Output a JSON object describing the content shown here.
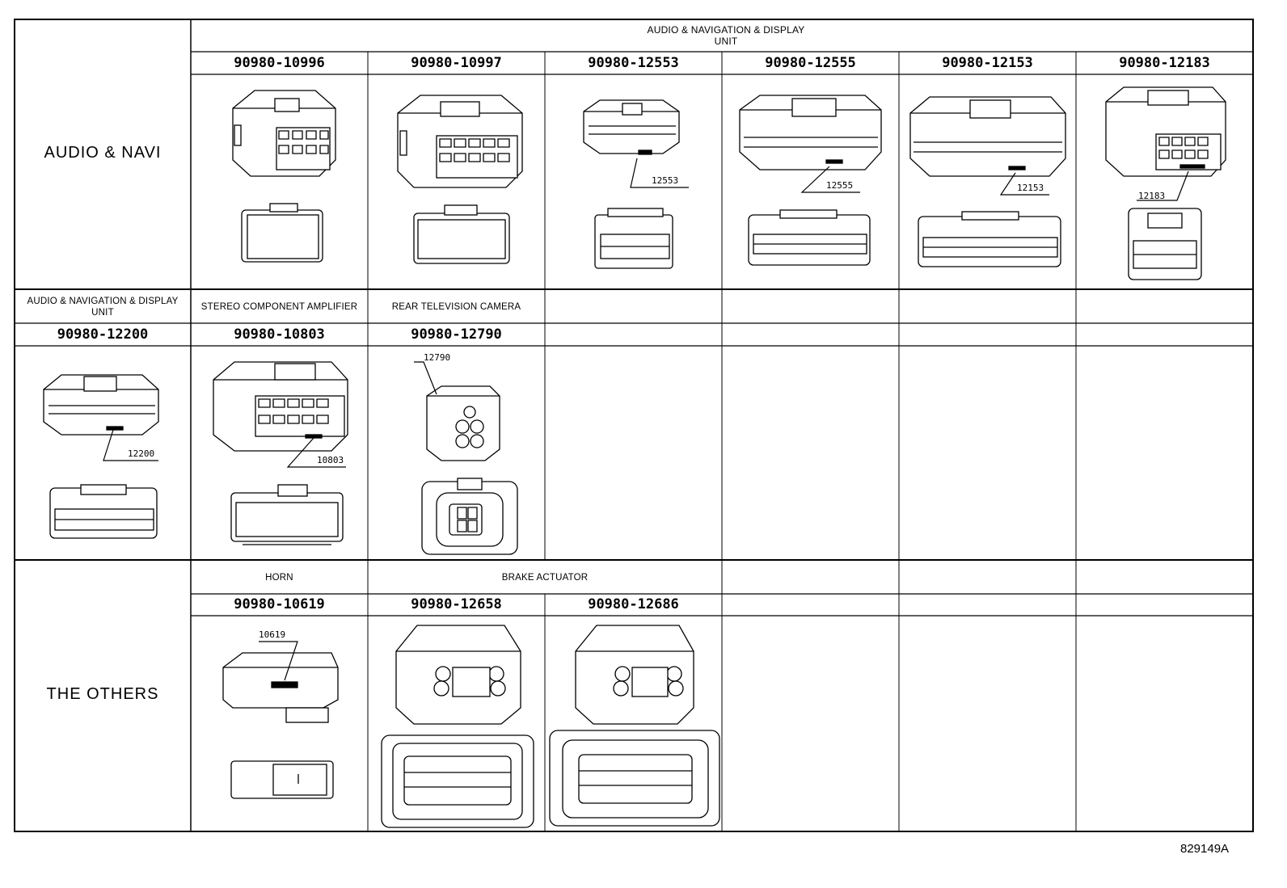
{
  "categories": {
    "audio_navi": "AUDIO & NAVI",
    "others": "THE OTHERS"
  },
  "row1": {
    "component": "AUDIO & NAVIGATION & DISPLAY UNIT",
    "parts": [
      "90980-10996",
      "90980-10997",
      "90980-12553",
      "90980-12555",
      "90980-12153",
      "90980-12183"
    ],
    "callouts": [
      "12553",
      "12555",
      "12153",
      "12183"
    ]
  },
  "row2": {
    "components": [
      "AUDIO & NAVIGATION & DISPLAY UNIT",
      "STEREO COMPONENT AMPLIFIER",
      "REAR TELEVISION CAMERA"
    ],
    "parts": [
      "90980-12200",
      "90980-10803",
      "90980-12790"
    ],
    "callouts": [
      "12200",
      "10803",
      "12790"
    ]
  },
  "row3": {
    "components": [
      "HORN",
      "BRAKE ACTUATOR"
    ],
    "parts": [
      "90980-10619",
      "90980-12658",
      "90980-12686"
    ],
    "callouts": [
      "10619"
    ]
  },
  "doc_id": "829149A"
}
